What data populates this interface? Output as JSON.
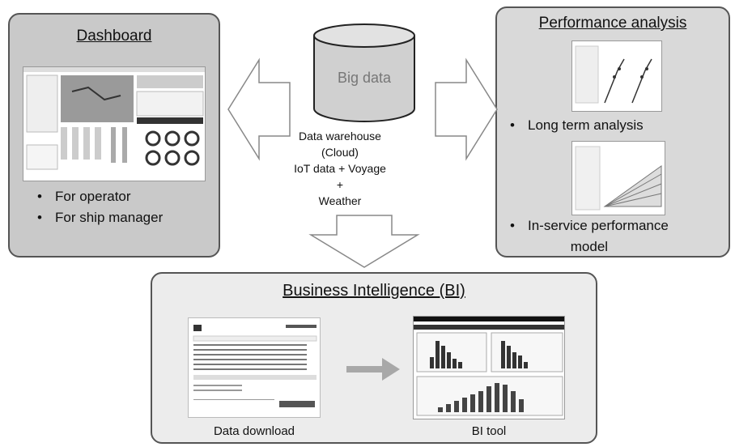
{
  "center": {
    "cylinder_label": "Big data",
    "lines": [
      "Data warehouse",
      "(Cloud)",
      "IoT data + Voyage +",
      "Weather"
    ]
  },
  "dashboard": {
    "title": "Dashboard",
    "bullets": [
      "For operator",
      "For ship manager"
    ]
  },
  "performance": {
    "title": "Performance analysis",
    "bullet1": "Long term analysis",
    "bullet2_line1": "In-service performance",
    "bullet2_line2": "model"
  },
  "bi": {
    "title": "Business Intelligence (BI)",
    "left_caption": "Data download",
    "right_caption": "BI tool"
  },
  "colors": {
    "dashboard_panel": "#c9c9c9",
    "performance_panel": "#d9d9d9",
    "bi_panel": "#ececec",
    "arrow_fill": "#ffffff",
    "gray_arrow": "#a8a8a8",
    "cylinder": "#d0d0d0"
  }
}
